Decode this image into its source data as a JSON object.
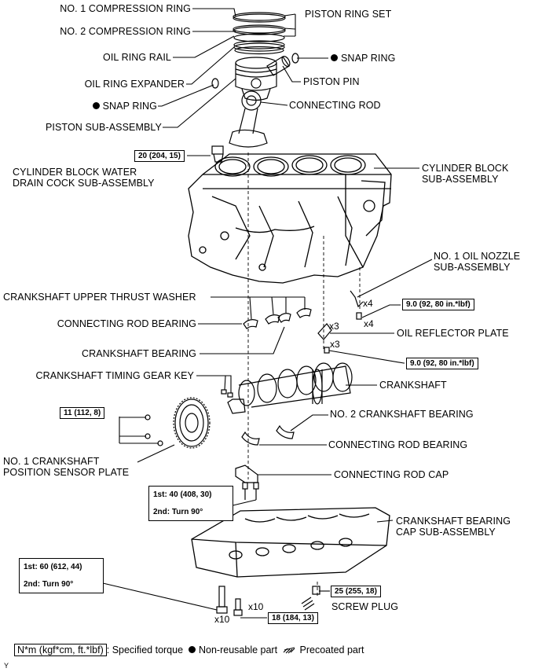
{
  "labels": {
    "no1_compression_ring": "NO. 1 COMPRESSION RING",
    "no2_compression_ring": "NO. 2 COMPRESSION RING",
    "oil_ring_rail": "OIL RING RAIL",
    "oil_ring_expander": "OIL RING EXPANDER",
    "snap_ring": "SNAP RING",
    "piston_sub_assembly": "PISTON SUB-ASSEMBLY",
    "piston_ring_set": "PISTON RING SET",
    "piston_pin": "PISTON PIN",
    "connecting_rod": "CONNECTING ROD",
    "cylinder_block_water_drain_cock": "CYLINDER BLOCK WATER\nDRAIN COCK SUB-ASSEMBLY",
    "cylinder_block": "CYLINDER BLOCK\nSUB-ASSEMBLY",
    "no1_oil_nozzle": "NO. 1 OIL NOZZLE\nSUB-ASSEMBLY",
    "crankshaft_upper_thrust_washer": "CRANKSHAFT UPPER THRUST WASHER",
    "connecting_rod_bearing": "CONNECTING ROD BEARING",
    "crankshaft_bearing": "CRANKSHAFT BEARING",
    "oil_reflector_plate": "OIL REFLECTOR PLATE",
    "crankshaft_timing_gear_key": "CRANKSHAFT TIMING GEAR KEY",
    "crankshaft": "CRANKSHAFT",
    "no2_crankshaft_bearing": "NO. 2 CRANKSHAFT BEARING",
    "no1_crankshaft_position_sensor_plate": "NO. 1 CRANKSHAFT\nPOSITION SENSOR PLATE",
    "connecting_rod_cap": "CONNECTING ROD CAP",
    "crankshaft_bearing_cap": "CRANKSHAFT BEARING\nCAP SUB-ASSEMBLY",
    "screw_plug": "SCREW PLUG"
  },
  "torques": {
    "drain_cock": "20 (204, 15)",
    "oil_nozzle": "9.0 (92, 80 in.*lbf)",
    "oil_reflector": "9.0 (92, 80 in.*lbf)",
    "sensor_plate": "11 (112, 8)",
    "rod_cap_1st": "1st: 40 (408, 30)",
    "rod_cap_2nd": "2nd: Turn 90°",
    "bearing_cap_1st": "1st: 60 (612, 44)",
    "bearing_cap_2nd": "2nd: Turn 90°",
    "bearing_cap_bolt2": "18 (184, 13)",
    "screw_plug": "25 (255, 18)"
  },
  "quantities": {
    "nozzle_a": "x4",
    "nozzle_b": "x4",
    "reflector_a": "x3",
    "reflector_b": "x3",
    "cap_bolt_a": "x10",
    "cap_bolt_b": "x10"
  },
  "legend": {
    "torque_box": "N*m (kgf*cm, ft.*lbf)",
    "torque_text": ": Specified torque",
    "non_reusable": "Non-reusable part",
    "precoated": "Precoated part"
  },
  "corner_mark": "Y"
}
